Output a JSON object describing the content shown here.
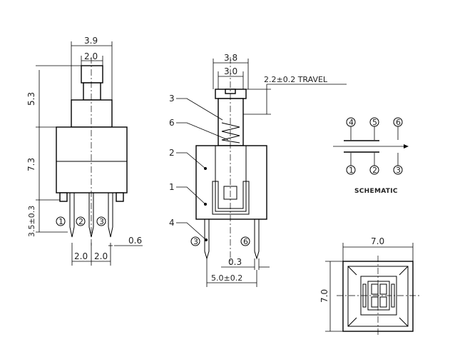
{
  "front_view": {
    "dims": {
      "width_top": "3.9",
      "width_button": "2.0",
      "height_button": "5.3",
      "height_body": "7.3",
      "height_pins": "3.5±0.3",
      "pitch_left": "2.0",
      "pitch_right": "2.0",
      "pin_width": "0.6"
    },
    "pins": [
      "1",
      "2",
      "3"
    ]
  },
  "side_view": {
    "dims": {
      "width_top": "3.8",
      "width_inner": "3.0",
      "travel": "2.2±0.2 TRAVEL",
      "pin_thickness": "0.3",
      "pin_span": "5.0±0.2"
    },
    "callouts": [
      "3",
      "6",
      "2",
      "1",
      "4"
    ],
    "pins": [
      "3",
      "6"
    ]
  },
  "schematic": {
    "title": "SCHEMATIC",
    "top_pins": [
      "4",
      "5",
      "6"
    ],
    "bottom_pins": [
      "1",
      "2",
      "3"
    ]
  },
  "top_view": {
    "dims": {
      "width": "7.0",
      "height": "7.0"
    }
  }
}
